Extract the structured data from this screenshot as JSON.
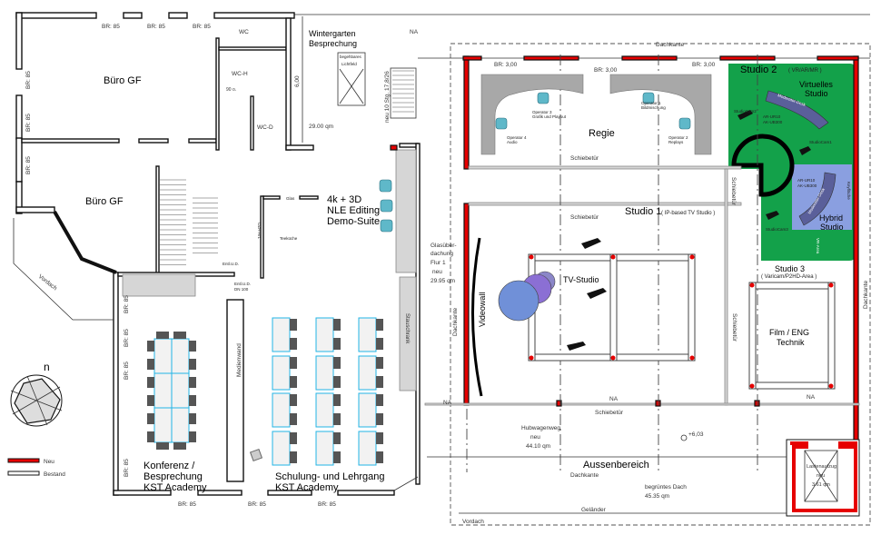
{
  "colors": {
    "neu": "#e60000",
    "bestand": "#111111",
    "green_studio": "#13a14a",
    "hybrid_blue": "#8a9fe0",
    "desk_cyan": "#22b4e6"
  },
  "left": {
    "buero_gf_1": "Büro GF",
    "buero_gf_2": "Büro GF",
    "window_br85": "BR: 85",
    "wc": "WC",
    "wc_h": "WC-H",
    "wc_h_note": "90 o.",
    "wc_d": "WC-D",
    "wintergarten_1": "Wintergarten",
    "wintergarten_2": "Besprechung",
    "lichtfeld_1": "begehbares",
    "lichtfeld_2": "Lichtfeld",
    "wintergarten_dim": "6,00",
    "wintergarten_area": "29.00 qm",
    "stair_note": "neu 10 Stg. 17,8/26",
    "na": "NA",
    "editing_1": "4k + 3D",
    "editing_2": "NLE Editing",
    "editing_3": "Demo-Suite",
    "glas": "Glas",
    "teekueche": "Teeküche",
    "teekueche_dim": "OZH-R/1",
    "entl_1": "Entl.U.D.",
    "entl_2": "Entl.U.D.",
    "entl_dn": "DN 100",
    "vordach": "Vordach",
    "stauschrank": "Stauschrank",
    "medienwand": "Medienwand",
    "konferenz_1": "Konferenz /",
    "konferenz_2": "Besprechung",
    "konferenz_3": "KST Academy",
    "schulung_1": "Schulung- und Lehrgang",
    "schulung_2": "KST Academy",
    "compass_n": "n"
  },
  "legend": {
    "neu": "Neu",
    "bestand": "Bestand"
  },
  "right": {
    "dachkante": "Dachkante",
    "window_br300": "BR: 3,00",
    "regie": "Regie",
    "operator_1": "Operator 1",
    "operator_1_role": "Bildmischung",
    "operator_2": "Operator 2",
    "operator_2_role": "Replays",
    "operator_3": "Operator 3",
    "operator_3_role": "Grafik und Playout",
    "operator_4": "Operator 4",
    "operator_4_role": "Audio",
    "schiebetuer": "Schiebetür",
    "studio2": "Studio 2",
    "studio2_sub": "( VR/AR/MR )",
    "virtuelles_1": "Virtuelles",
    "virtuelles_2": "Studio",
    "moderator_desk": "Moderator-Desk",
    "studiocam1": "StudioCam1",
    "studiocam2": "StudioCam2",
    "studiocam3": "StudioCam3",
    "ar_ur10": "AR-UR10",
    "ak_ub300": "AK-UB300",
    "hybrid_1": "Hybrid",
    "hybrid_2": "Studio",
    "vr_area": "VR-Area",
    "green_key": "Keyfläche",
    "studio1": "Studio 1",
    "studio1_sub": "( IP-based TV Studio )",
    "videowall": "Videowall",
    "tv_studio": "TV-Studio",
    "studio3": "Studio 3",
    "studio3_sub": "( Varicam/P2HD-Area )",
    "film_1": "Film / ENG",
    "film_2": "Technik",
    "flur_1": "Glasüber-",
    "flur_2": "dachung",
    "flur_3": "Flur 1",
    "flur_4": "neu",
    "flur_5": "29.95 qm",
    "na": "NA",
    "hubwagen_1": "Hubwagenweg",
    "hubwagen_2": "neu",
    "hubwagen_3": "44.10 qm",
    "level": "+6,03",
    "aussenbereich": "Aussenbereich",
    "dach_1": "begrüntes Dach",
    "dach_2": "45.35 qm",
    "gelaender": "Geländer",
    "vordach": "Vordach",
    "lift_1": "Lastenaufzug",
    "lift_2": "neu",
    "lift_3": "3.61 qm"
  }
}
